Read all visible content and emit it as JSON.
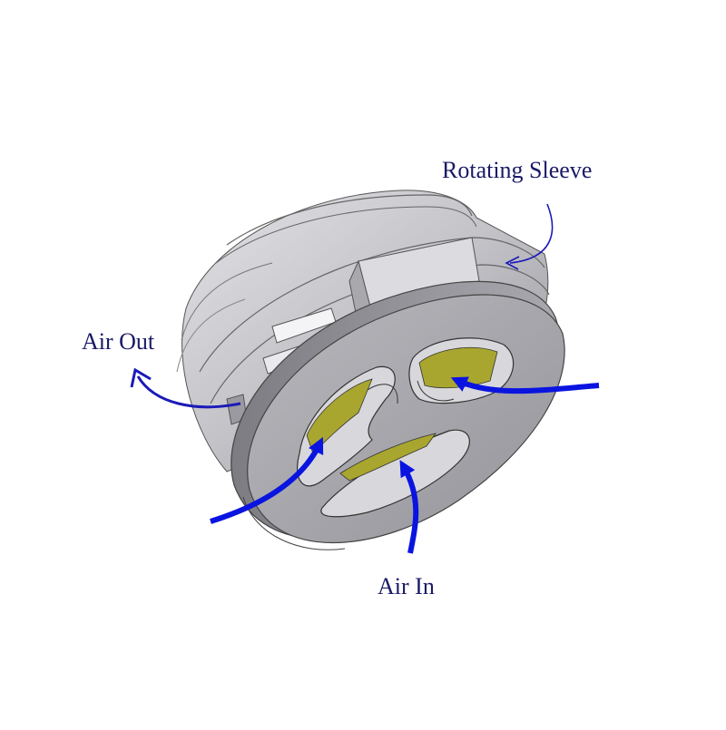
{
  "diagram": {
    "labels": {
      "rotating_sleeve": "Rotating Sleeve",
      "air_out": "Air Out",
      "air_in": "Air In"
    },
    "colors": {
      "body_light": "#cfcfd3",
      "body_mid": "#b3b3b8",
      "body_dark": "#8e8e94",
      "face": "#a6a6ab",
      "port_fill": "#a9a630",
      "arrow_bold": "#0a14e0",
      "arrow_thin": "#1a1ab8",
      "label_text": "#1a1a66"
    }
  }
}
